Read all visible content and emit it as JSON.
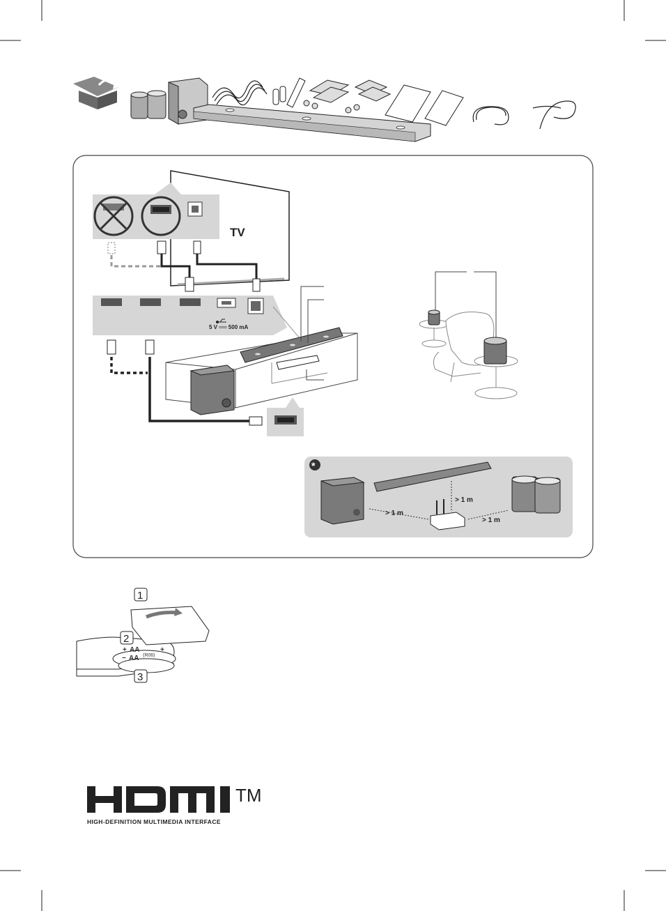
{
  "tv_label": "TV",
  "usb_power_label": "5 V ══ 500 mA",
  "distance_label": "> 1 m",
  "battery": {
    "steps": [
      "1",
      "2",
      "3"
    ],
    "type_label": "AA",
    "model_label": "(R06)",
    "plus": "+",
    "minus": "−"
  },
  "hdmi_logo": {
    "wordmark": "HDMI",
    "tm": "TM",
    "tagline": "HIGH-DEFINITION MULTIMEDIA INTERFACE"
  },
  "icons": {
    "open-box": "open-box-icon",
    "asterisk": "asterisk-icon",
    "prohibited": "prohibited-icon",
    "usb": "usb-icon"
  },
  "colors": {
    "line": "#222222",
    "panel_gray": "#d6d6d6",
    "light_gray": "#e8e8e8",
    "dark_gray": "#5a5a5a"
  }
}
